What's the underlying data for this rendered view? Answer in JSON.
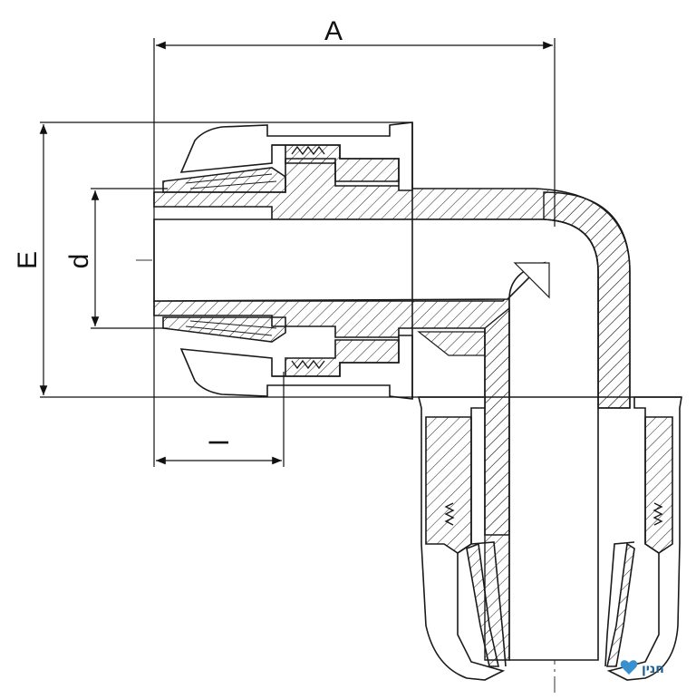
{
  "dimensions": {
    "A": "A",
    "E": "E",
    "d": "d",
    "l": "l"
  },
  "logo": {
    "text": "חנין",
    "color": "#3a8fd0"
  },
  "colors": {
    "stroke": "#1a1a1a",
    "fill": "#ffffff"
  }
}
